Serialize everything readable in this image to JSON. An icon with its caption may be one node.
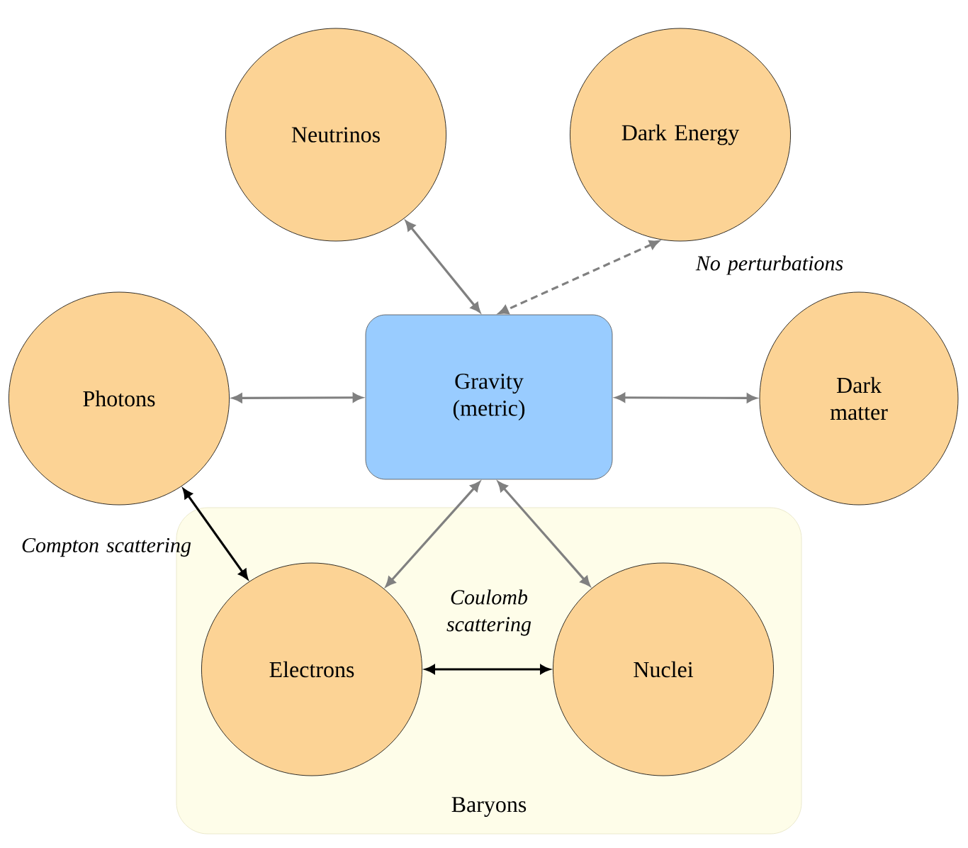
{
  "diagram": {
    "nodes": [
      {
        "text": [
          "Neutrinos"
        ]
      },
      {
        "text": [
          "Dark Energy"
        ]
      },
      {
        "text": [
          "Photons"
        ]
      },
      {
        "text": [
          "Gravity (metric)"
        ]
      },
      {
        "text": [
          "Dark matter"
        ]
      },
      {
        "text": [
          "Baryons"
        ]
      },
      {
        "text": [
          "Electrons"
        ],
        "in": 5
      },
      {
        "text": [
          "Nuclei"
        ],
        "in": 5
      }
    ],
    "edges": [
      {
        "from": 0,
        "to": 3,
        "arrow": "both"
      },
      {
        "from": 1,
        "to": 3,
        "arrow": "both",
        "style": "dashed",
        "label": "No perturbations"
      },
      {
        "from": 2,
        "to": 3,
        "arrow": "both"
      },
      {
        "from": 3,
        "to": 4,
        "arrow": "both"
      },
      {
        "from": 6,
        "to": 3,
        "arrow": "both"
      },
      {
        "from": 7,
        "to": 3,
        "arrow": "both"
      },
      {
        "from": 2,
        "to": 6,
        "arrow": "both",
        "color": "#000000",
        "label": "Compton scattering"
      },
      {
        "from": 6,
        "to": 7,
        "arrow": "both",
        "color": "#000000",
        "label": "Coulomb scattering"
      }
    ]
  }
}
